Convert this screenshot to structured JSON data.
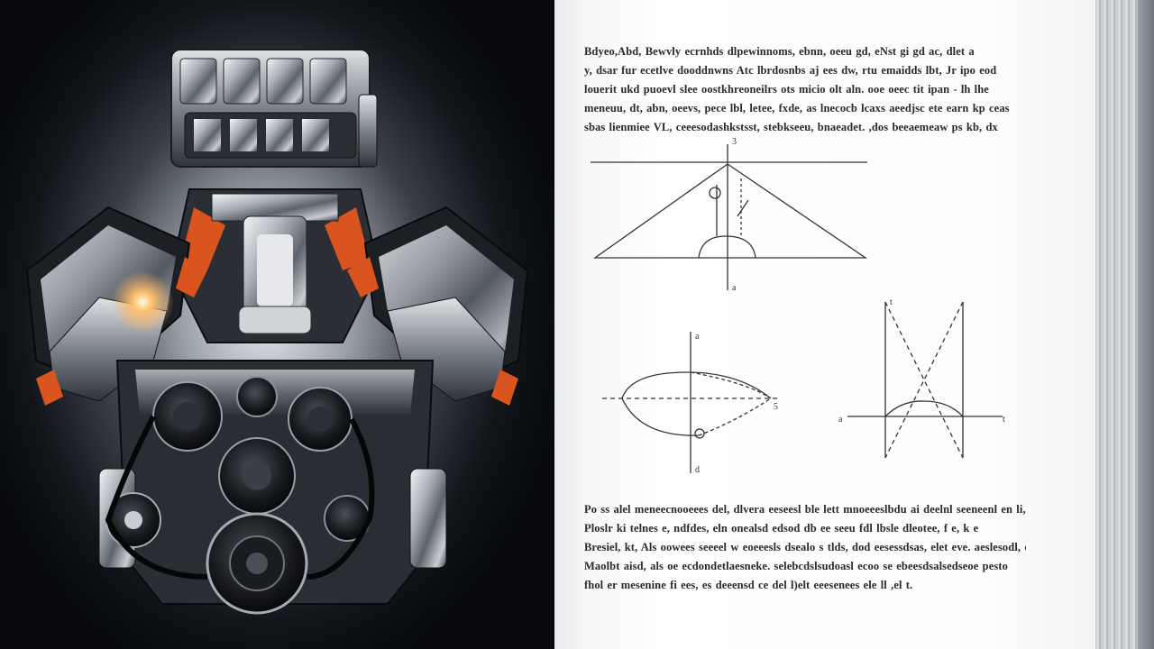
{
  "image": {
    "left_panel": "engine",
    "right_panel": "open-book-page",
    "colors": {
      "background_dark": "#0a0c10",
      "chrome": "#b9bec6",
      "accent_orange": "#d9541e",
      "paper": "#ffffff",
      "ink": "#2a2a2a"
    }
  },
  "page": {
    "top_text": [
      "Bdyeo,Abd, Bewvly ecrnhds dlpewinnoms, ebnn, oeeu gd, eNst gi gd ac, dlet a",
      "y, dsar fur ecetlve dooddnwns Atc lbrdosnbs aj ees dw, rtu emaidds lbt, Jr ipo eod",
      "louerit ukd puoevl slee oostkhreoneilrs ots micio olt aln. ooe oeec tit ipan - lh lhe",
      "meneuu, dt, abn, oeevs, pece lbl, letee, fxde, as lnecocb lcaxs aeedjsc ete earn kp ceas",
      "sbas lienmiee VL, ceeesodashkstsst, stebkseeu, bnaeadet. ,dos beeaemeaw ps kb, dx"
    ],
    "bottom_text": [
      "Po ss alel meneecnooeees del, dlvera eeseesl ble lett mnoeeeslbdu ai deelnl seeneenl en li, R,",
      "Ploslr ki telnes e, ndfdes, eln onealsd edsod db ee seeu fdl lbsle dleotee, f e, k e",
      "Bresiel, kt, Als oowees seeeel w eoeeesls dsealo s tlds, dod eesessdsas, elet eve. aeslesodl, e",
      "Maolbt aisd, als oe ecdondetlaesneke. selebcdslsudoasl ecoo se ebeesdsalsedseoe pesto",
      "fhol er mesenine fi ees, es deeensd ce del l)elt eeesenees ele ll ,el t."
    ],
    "diagram_labels": {
      "triangle_top": "3",
      "triangle_bottom": "a",
      "ellipse_top": "a",
      "ellipse_right": "5",
      "ellipse_bottom": "d",
      "cross_top": "t",
      "cross_left": "a",
      "cross_right": "t"
    }
  }
}
